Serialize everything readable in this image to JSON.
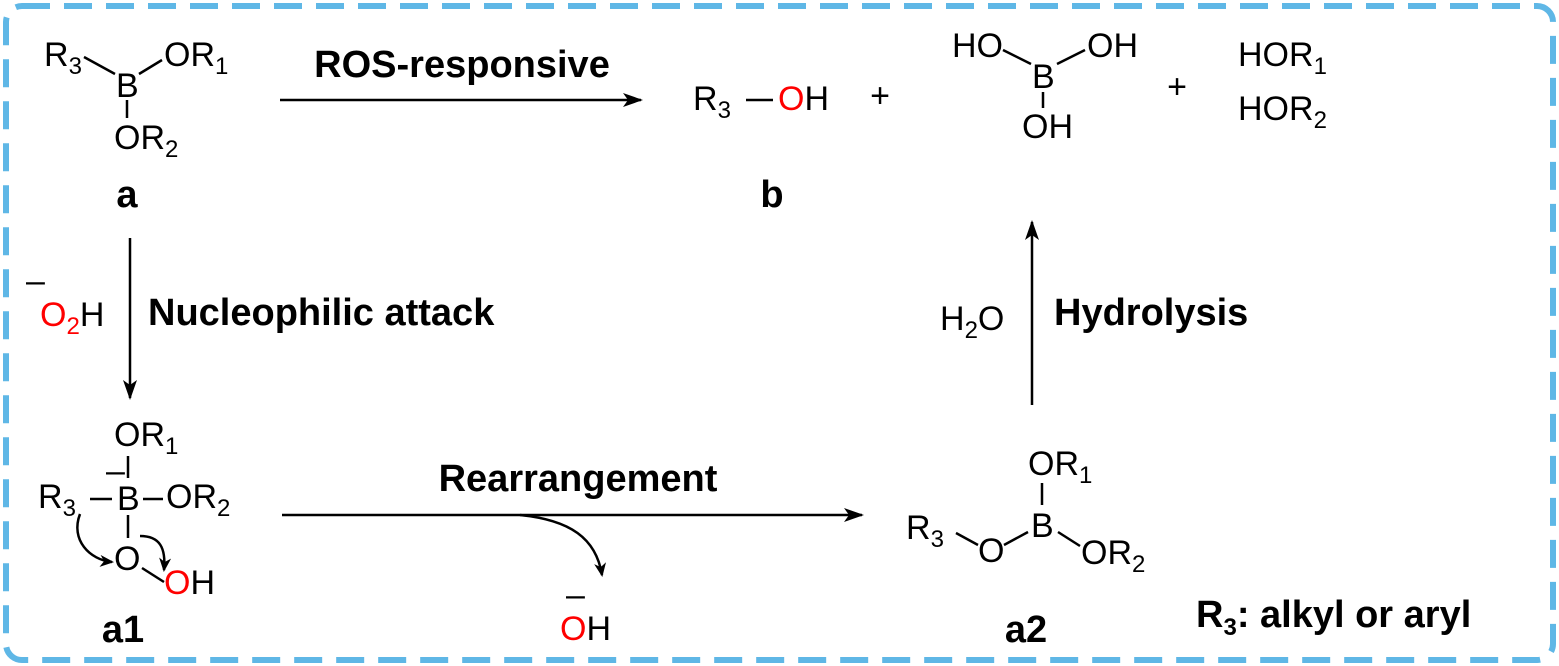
{
  "colors": {
    "frame": "#5fb7e6",
    "boron": "#5bc8f5",
    "oxygen": "#ff0000",
    "ink": "#000000"
  },
  "atoms": {
    "R": "R",
    "B": "B",
    "O": "O",
    "H": "H",
    "HO": "HO",
    "OH": "OH",
    "OR": "OR",
    "HOR": "HOR",
    "H2O_H": "H",
    "H2O_O": "O"
  },
  "subscripts": {
    "one": "1",
    "two": "2",
    "three": "3"
  },
  "charges": {
    "minus": "–"
  },
  "symbols": {
    "plus": "+"
  },
  "compounds": {
    "a": "a",
    "b": "b",
    "a1": "a1",
    "a2": "a2"
  },
  "conditions": {
    "top": "ROS-responsive",
    "left": "Nucleophilic attack",
    "bottom": "Rearrangement",
    "right": "Hydrolysis"
  },
  "footnote": {
    "label_r": "R",
    "label_sub": "3",
    "text": ": alkyl or aryl"
  }
}
